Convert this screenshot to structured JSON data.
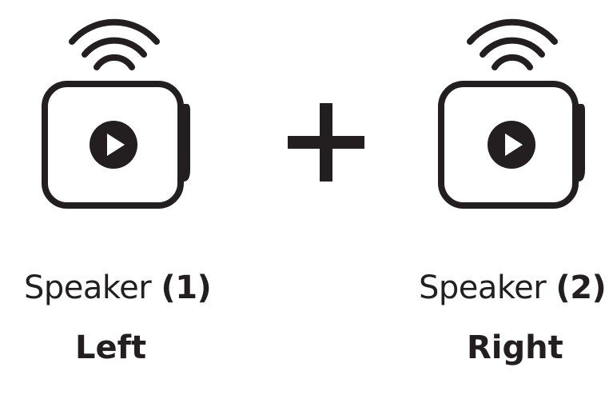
{
  "speakers": [
    {
      "name": "Speaker",
      "number": "(1)",
      "channel": "Left",
      "icon": "wireless-speaker-icon"
    },
    {
      "name": "Speaker",
      "number": "(2)",
      "channel": "Right",
      "icon": "wireless-speaker-icon"
    }
  ],
  "combine_symbol": "plus-icon",
  "colors": {
    "ink": "#231f20",
    "background": "#ffffff"
  }
}
